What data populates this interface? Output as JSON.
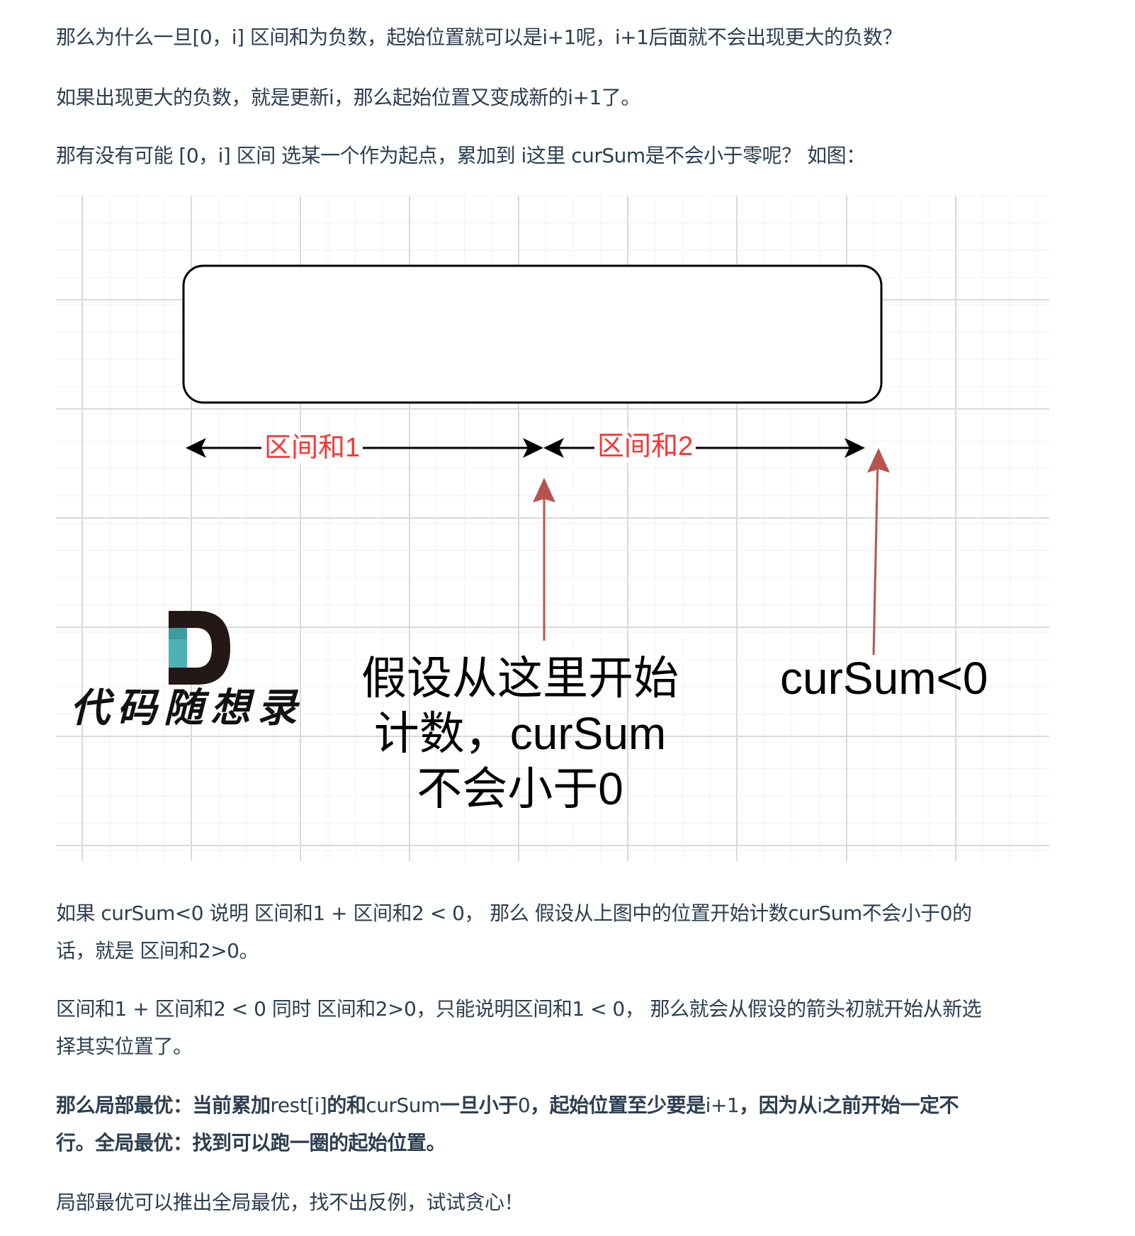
{
  "paragraphs": {
    "p1": "那么为什么一旦[0，i] 区间和为负数，起始位置就可以是i+1呢，i+1后面就不会出现更大的负数？",
    "p2": "如果出现更大的负数，就是更新i，那么起始位置又变成新的i+1了。",
    "p3": "那有没有可能 [0，i] 区间 选某一个作为起点，累加到 i这里 curSum是不会小于零呢？ 如图：",
    "p4_line1": "如果 curSum<0 说明 区间和1 + 区间和2 < 0， 那么 假设从上图中的位置开始计数curSum不会小于0的",
    "p4_line2": "话，就是 区间和2>0。",
    "p5_line1": "区间和1 + 区间和2 < 0 同时 区间和2>0，只能说明区间和1 < 0， 那么就会从假设的箭头初就开始从新选",
    "p5_line2": "择其实位置了。",
    "p6": {
      "seg1": "那么局部最优：当前累加",
      "seg2": "rest[i]",
      "seg3": "的和",
      "seg4": "curSum",
      "seg5": "一旦小于",
      "seg6": "0",
      "seg7": "，起始位置至少要是",
      "seg8": "i+1",
      "seg9": "，因为从",
      "seg10": "i",
      "seg11": "之前开始一定不",
      "line2": "行。全局最优：找到可以跑一圈的起始位置。"
    },
    "p7": "局部最优可以推出全局最优，找不出反例，试试贪心！"
  },
  "figure": {
    "label_interval1": "区间和1",
    "label_interval2": "区间和2",
    "label_assume_line1": "假设从这里开始",
    "label_assume_line2": "计数，curSum",
    "label_assume_line3": "不会小于0",
    "label_cursum_negative": "curSum<0",
    "logo_letter": "D",
    "logo_text": "代码随想录",
    "colors": {
      "grid_minor": "#f3f3f3",
      "grid_major": "#dcdcdc",
      "red_label": "#ff3333",
      "red_arrow": "#b85450",
      "logo_teal": "#4fb1b1",
      "logo_dark": "#231815"
    }
  }
}
